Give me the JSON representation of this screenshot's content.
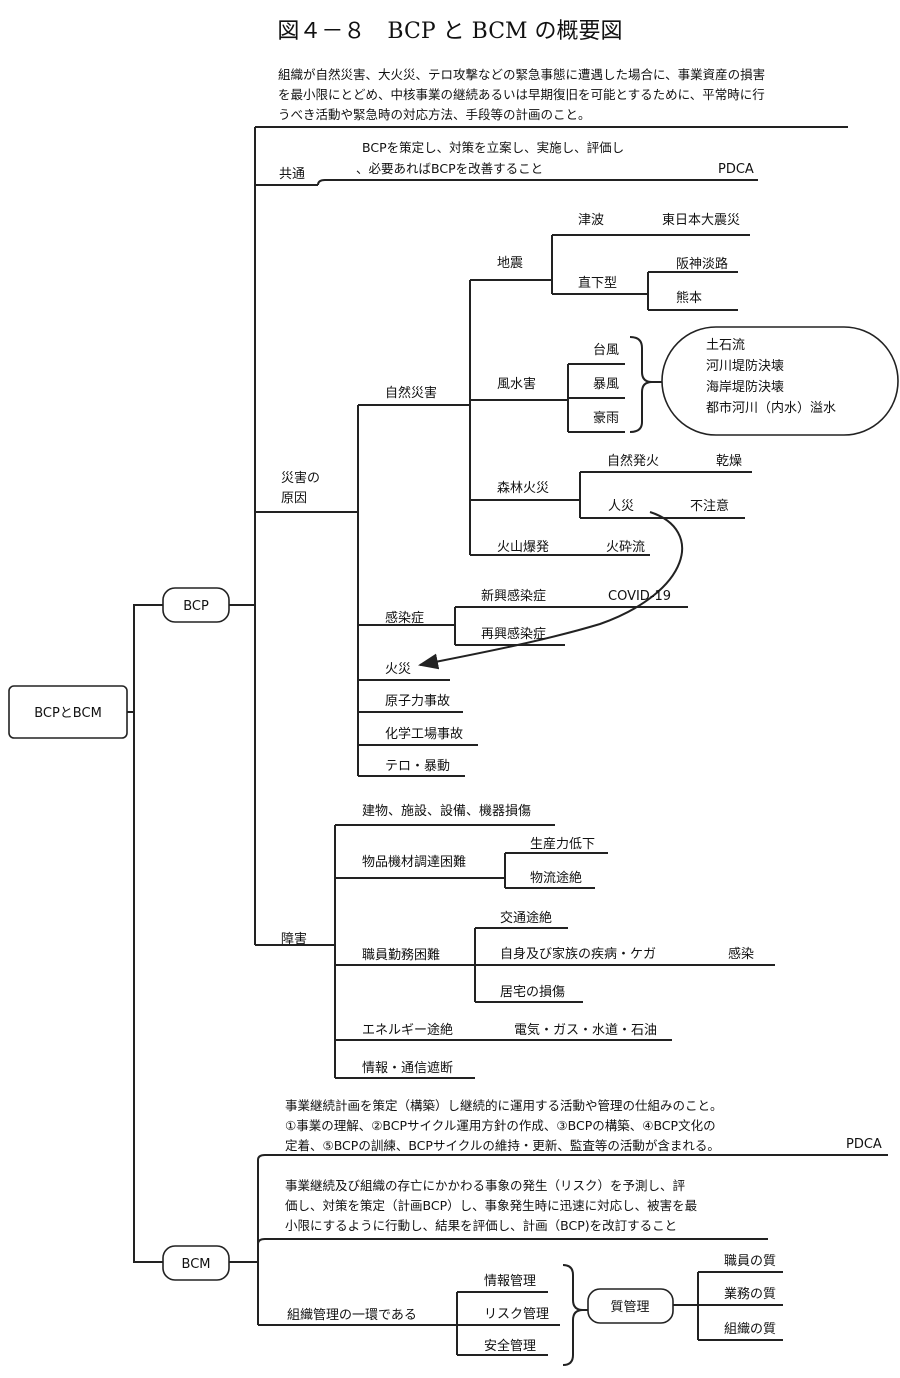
{
  "title": "図４－８　BCP と BCM の概要図",
  "root": "BCPとBCM",
  "bcp": {
    "label": "BCP",
    "definition": [
      "組織が自然災害、大火災、テロ攻撃などの緊急事態に遭遇した場合に、事業資産の損害",
      "を最小限にとどめ、中核事業の継続あるいは早期復旧を可能とするために、平常時に行",
      "うべき活動や緊急時の対応方法、手段等の計画のこと。"
    ],
    "common": {
      "label": "共通",
      "text": [
        "BCPを策定し、対策を立案し、実施し、評価し",
        "、必要あればBCPを改善すること"
      ],
      "tag": "PDCA"
    },
    "causes": {
      "label_line1": "災害の",
      "label_line2": "原因",
      "natural": {
        "label": "自然災害",
        "earthquake": {
          "label": "地震",
          "tsunami": "津波",
          "tsunami_example": "東日本大震災",
          "direct": "直下型",
          "direct_examples": [
            "阪神淡路",
            "熊本"
          ]
        },
        "storm_flood": {
          "label": "風水害",
          "types": [
            "台風",
            "暴風",
            "豪雨"
          ],
          "effects": [
            "土石流",
            "河川堤防決壊",
            "海岸堤防決壊",
            "都市河川（内水）溢水"
          ]
        },
        "forest_fire": {
          "label": "森林火災",
          "natural_ignition": "自然発火",
          "natural_cause": "乾燥",
          "human": "人災",
          "human_cause": "不注意"
        },
        "volcano": {
          "label": "火山爆発",
          "effect": "火砕流"
        }
      },
      "infection": {
        "label": "感染症",
        "emerging": "新興感染症",
        "emerging_example": "COVID-19",
        "reemerging": "再興感染症"
      },
      "fire": "火災",
      "nuclear": "原子力事故",
      "chemical": "化学工場事故",
      "terror": "テロ・暴動"
    },
    "obstacles": {
      "label": "障害",
      "buildings": "建物、施設、設備、機器損傷",
      "procurement": {
        "label": "物品機材調達困難",
        "items": [
          "生産力低下",
          "物流途絶"
        ]
      },
      "staff": {
        "label": "職員勤務困難",
        "items": [
          "交通途絶",
          "自身及び家族の疾病・ケガ",
          "居宅の損傷"
        ],
        "illness_cause": "感染"
      },
      "energy": {
        "label": "エネルギー途絶",
        "detail": "電気・ガス・水道・石油"
      },
      "info": "情報・通信遮断"
    }
  },
  "bcm": {
    "label": "BCM",
    "definition": [
      "事業継続計画を策定（構築）し継続的に運用する活動や管理の仕組みのこと。",
      "①事業の理解、②BCPサイクル運用方針の作成、③BCPの構築、④BCP文化の",
      "定着、⑤BCPの訓練、BCPサイクルの維持・更新、監査等の活動が含まれる。"
    ],
    "definition_tag": "PDCA",
    "process": [
      "事業継続及び組織の存亡にかかわる事象の発生（リスク）を予測し、評",
      "価し、対策を策定（計画BCP）し、事象発生時に迅速に対応し、被害を最",
      "小限にするように行動し、結果を評価し、計画（BCP)を改訂すること"
    ],
    "org": {
      "label": "組織管理の一環である",
      "managements": [
        "情報管理",
        "リスク管理",
        "安全管理"
      ],
      "quality": "質管理",
      "qualities": [
        "職員の質",
        "業務の質",
        "組織の質"
      ]
    }
  }
}
